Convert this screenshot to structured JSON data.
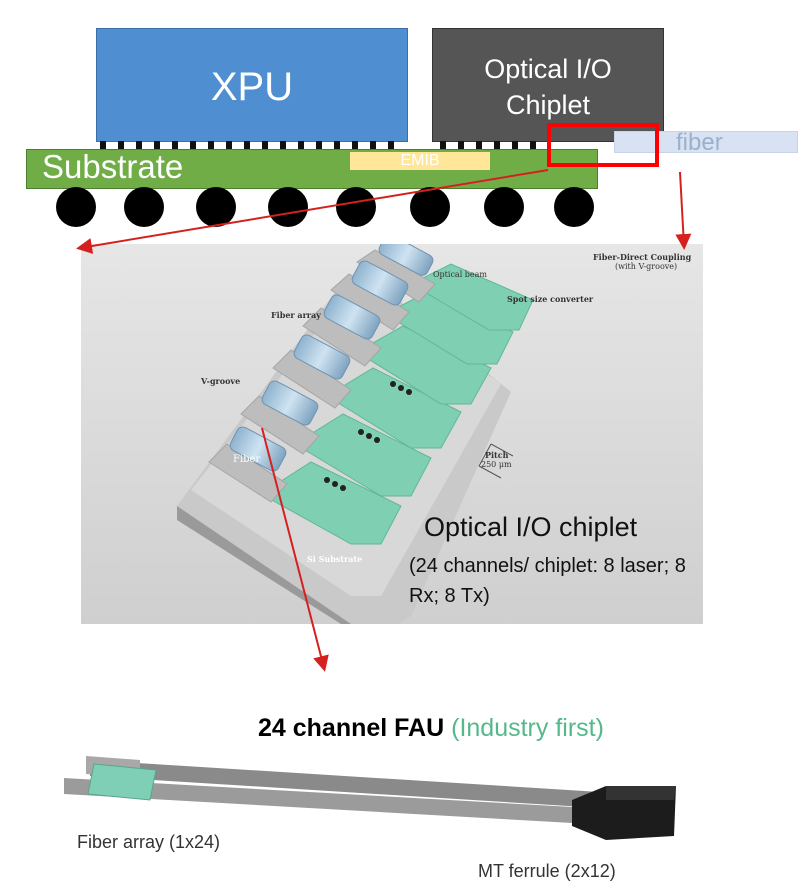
{
  "top_diagram": {
    "xpu_label": "XPU",
    "optical_io_chiplet_label_line1": "Optical I/O",
    "optical_io_chiplet_label_line2": "Chiplet",
    "substrate_label": "Substrate",
    "emib_label": "EMIB",
    "fiber_label": "fiber"
  },
  "photo": {
    "fiber_direct_coupling_line1": "Fiber-Direct Coupling",
    "fiber_direct_coupling_line2": "(with V-groove)",
    "optical_beam_label": "Optical beam",
    "spot_size_converter_label": "Spot size converter",
    "fiber_array_label": "Fiber array",
    "v_groove_label": "V-groove",
    "fiber_label": "Fiber",
    "pitch_label": "Pitch",
    "pitch_value": "250 μm",
    "si_substrate_label": "Si Substrate",
    "caption_title": "Optical I/O chiplet",
    "caption_detail": "(24 channels/ chiplet: 8 laser; 8 Rx; 8 Tx)"
  },
  "fau": {
    "title_main": "24 channel FAU",
    "title_highlight": "(Industry first)",
    "fiber_array_label": "Fiber array (1x24)",
    "mt_ferrule_label": "MT ferrule (2x12)"
  },
  "colors": {
    "xpu": "#4f8fd1",
    "optical_io_chiplet": "#555555",
    "substrate": "#70ad47",
    "emib": "#ffe699",
    "fiber": "#d9e2f3",
    "highlight_box": "#ff0000",
    "arrow": "#d62020",
    "industry_first": "#55b88a"
  }
}
